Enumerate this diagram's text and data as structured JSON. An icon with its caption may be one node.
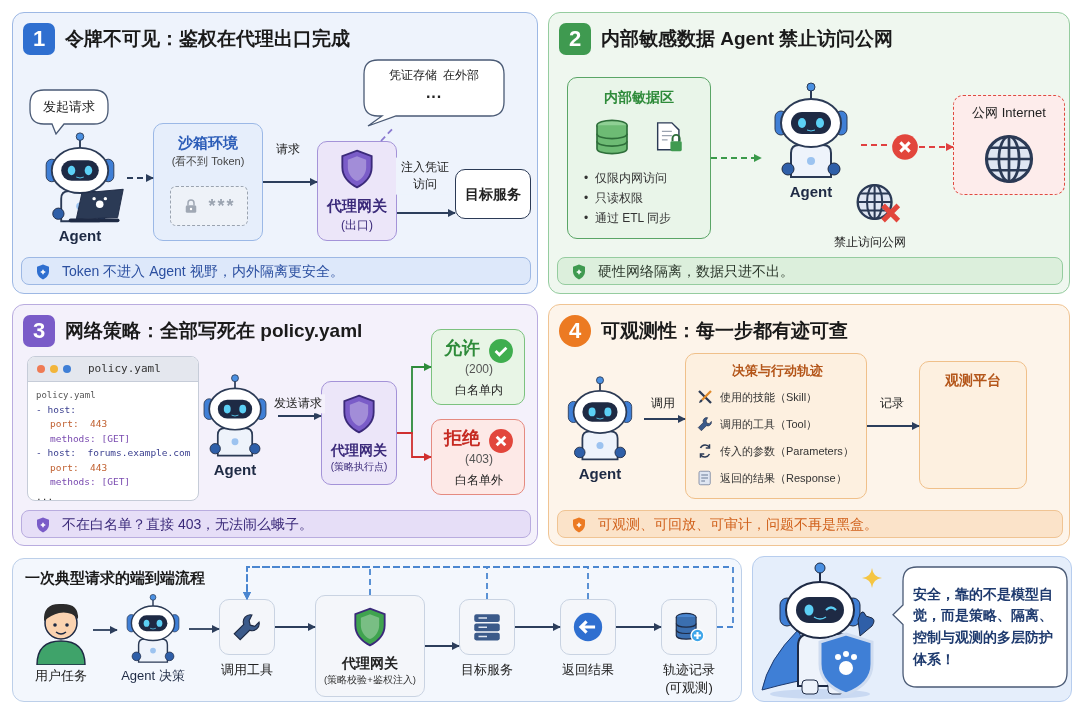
{
  "diagram": {
    "nodes": [
      {
        "text": [
          "1",
          "令牌不可见：鉴权在代理出口完成"
        ]
      },
      {
        "text": [
          "发起请求"
        ],
        "in": 0
      },
      {
        "text": [
          "Agent"
        ],
        "in": 0
      },
      {
        "text": [
          "沙箱环境",
          "(看不到 Token)"
        ],
        "in": 0
      },
      {
        "text": [
          "***"
        ],
        "in": 3
      },
      {
        "text": [
          "代理网关",
          "(出口)"
        ],
        "in": 0
      },
      {
        "text": [
          "凭证存储  在外部",
          "···"
        ],
        "in": 0
      },
      {
        "text": [
          "目标服务"
        ],
        "in": 0
      },
      {
        "text": [
          "Token 不进入 Agent 视野，内外隔离更安全。"
        ],
        "in": 0
      },
      {
        "text": [
          "2",
          "内部敏感数据 Agent 禁止访问公网"
        ]
      },
      {
        "text": [
          "内部敏据区",
          "•  仅限内网访问",
          "•  只读权限",
          "•  通过 ETL 同步"
        ],
        "in": 9
      },
      {
        "text": [
          "Agent"
        ],
        "in": 9
      },
      {
        "text": [],
        "shape": "circle",
        "in": 9
      },
      {
        "text": [
          "公网 Internet"
        ],
        "in": 9
      },
      {
        "text": [
          "硬性网络隔离，数据只进不出。"
        ],
        "in": 9
      },
      {
        "text": [
          "3",
          "网络策略：全部写死在 policy.yaml"
        ]
      },
      {
        "text": [
          "policy.yaml",
          "policy.yaml",
          "- host:",
          "port:  443",
          "methods: [GET]",
          "- host:  forums.example.com",
          "port:  443",
          "methods: [GET]",
          "..."
        ],
        "in": 15
      },
      {
        "text": [
          "Agent"
        ],
        "in": 15
      },
      {
        "text": [
          "代理网关",
          "(策略执行点)"
        ],
        "in": 15
      },
      {
        "text": [
          "允许",
          "(200)",
          "白名单内"
        ],
        "in": 15
      },
      {
        "text": [
          "拒绝",
          "(403)",
          "白名单外"
        ],
        "in": 15
      },
      {
        "text": [
          "不在白名单？直接 403，无法闹么蛾子。"
        ],
        "in": 15
      },
      {
        "text": [
          "4",
          "可观测性：每一步都有迹可查"
        ]
      },
      {
        "text": [
          "Agent"
        ],
        "in": 22
      },
      {
        "text": [
          "决策与行动轨迹",
          "使用的技能（Skill）",
          "调用的工具（Tool）",
          "传入的参数（Parameters）",
          "返回的结果（Response）"
        ],
        "in": 22
      },
      {
        "text": [
          "观测平台"
        ],
        "in": 22
      },
      {
        "text": [
          "可观测、可回放、可审计，问题不再是黑盒。"
        ],
        "in": 22
      },
      {
        "text": [
          "一次典型请求的端到端流程"
        ]
      },
      {
        "text": [
          "用户任务"
        ],
        "in": 27
      },
      {
        "text": [
          "Agent 决策"
        ],
        "in": 27
      },
      {
        "text": [
          "调用工具"
        ],
        "in": 27
      },
      {
        "text": [
          "代理网关",
          "(策略校验+鉴权注入)"
        ],
        "in": 27
      },
      {
        "text": [
          "目标服务"
        ],
        "in": 27
      },
      {
        "text": [
          "返回结果"
        ],
        "in": 27
      },
      {
        "text": [
          "轨迹记录 (可观测)"
        ],
        "in": 27
      },
      {
        "text": [
          "安全，靠的不是模型自觉，而是策略、隔离、控制与观测的多层防护体系！"
        ]
      }
    ],
    "edges": [
      {
        "from": 2,
        "to": 3,
        "arrow": "to",
        "style": "dashed"
      },
      {
        "from": 3,
        "to": 5,
        "arrow": "to",
        "label": "请求"
      },
      {
        "from": 5,
        "to": 7,
        "arrow": "to",
        "label": "注入凭证访问"
      },
      {
        "from": 5,
        "to": 6,
        "arrow": "none",
        "style": "dashed",
        "color": "#8a7ad0"
      },
      {
        "from": 10,
        "to": 11,
        "arrow": "to",
        "style": "dashed",
        "color": "#3a9a4a"
      },
      {
        "from": 11,
        "to": 12,
        "arrow": "none",
        "style": "dashed",
        "color": "#e04040"
      },
      {
        "from": 12,
        "to": 13,
        "arrow": "to",
        "style": "dashed",
        "color": "#e04040"
      },
      {
        "from": 17,
        "to": 18,
        "arrow": "to",
        "label": "发送请求"
      },
      {
        "from": 18,
        "to": 19,
        "arrow": "to",
        "color": "#2e8b3a"
      },
      {
        "from": 18,
        "to": 20,
        "arrow": "to",
        "color": "#d03030"
      },
      {
        "from": 23,
        "to": 24,
        "arrow": "to",
        "label": "调用"
      },
      {
        "from": 24,
        "to": 25,
        "arrow": "to",
        "label": "记录"
      },
      {
        "from": 28,
        "to": 29,
        "arrow": "to"
      },
      {
        "from": 29,
        "to": 30,
        "arrow": "to"
      },
      {
        "from": 30,
        "to": 31,
        "arrow": "to"
      },
      {
        "from": 31,
        "to": 32,
        "arrow": "to"
      },
      {
        "from": 32,
        "to": 33,
        "arrow": "to"
      },
      {
        "from": 33,
        "to": 34,
        "arrow": "to"
      },
      {
        "from": 31,
        "to": 30,
        "arrow": "to",
        "style": "dashed",
        "color": "#4a86d0"
      },
      {
        "from": 32,
        "to": 30,
        "arrow": "to",
        "style": "dashed",
        "color": "#4a86d0"
      },
      {
        "from": 33,
        "to": 30,
        "arrow": "to",
        "style": "dashed",
        "color": "#4a86d0"
      },
      {
        "from": 34,
        "to": 30,
        "arrow": "to",
        "style": "dashed",
        "color": "#4a86d0"
      }
    ],
    "labels": [
      "禁止访问公网"
    ]
  }
}
